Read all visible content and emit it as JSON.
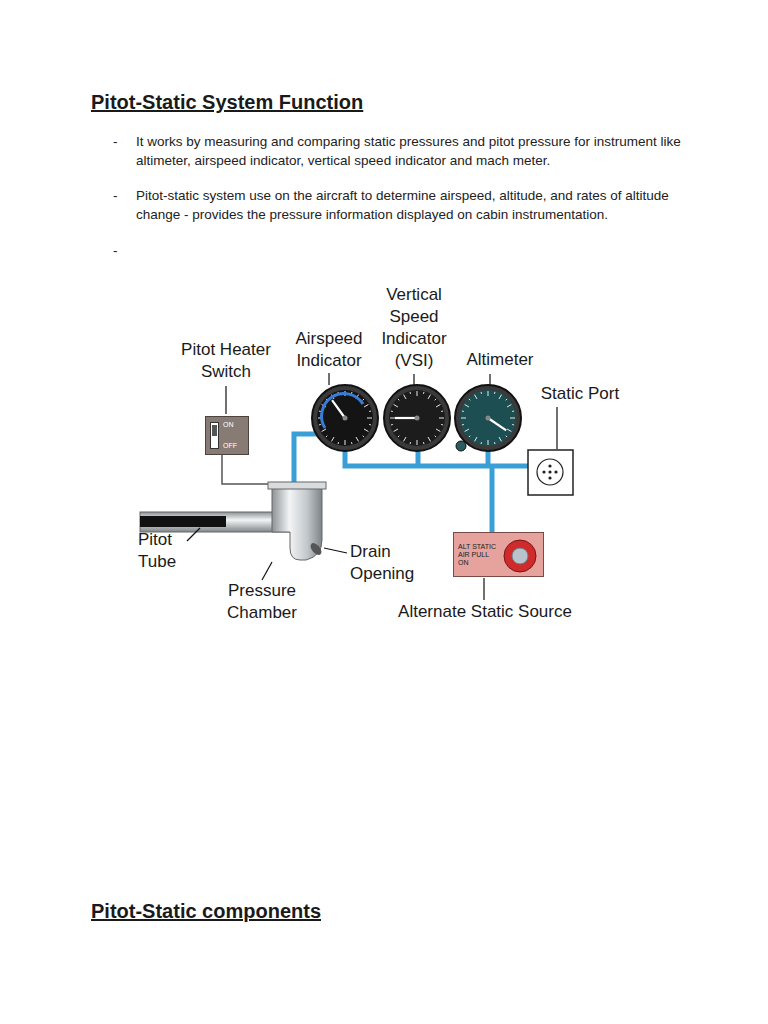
{
  "diagram": {
    "title": "Pitot-Static System Function",
    "nodes": [
      {
        "text": [
          "ON",
          "OFF"
        ]
      },
      {
        "text": [
          "ALT STATIC AIR PULL ON"
        ]
      }
    ],
    "labels": [
      "-",
      "It works by measuring and comparing static pressures and pitot pressure for instrument like altimeter, airspeed indicator, vertical speed indicator and mach meter.",
      "-",
      "Pitot-static system use on the aircraft to determine airspeed, altitude, and rates of altitude change - provides the pressure information displayed on cabin instrumentation.",
      "-",
      "Pitot Heater Switch",
      "Airspeed Indicator",
      "Vertical Speed Indicator (VSI)",
      "Altimeter",
      "Static Port",
      "Pitot Tube",
      "Drain Opening",
      "Pressure Chamber",
      "Alternate Static Source",
      "Pitot-Static components"
    ]
  }
}
